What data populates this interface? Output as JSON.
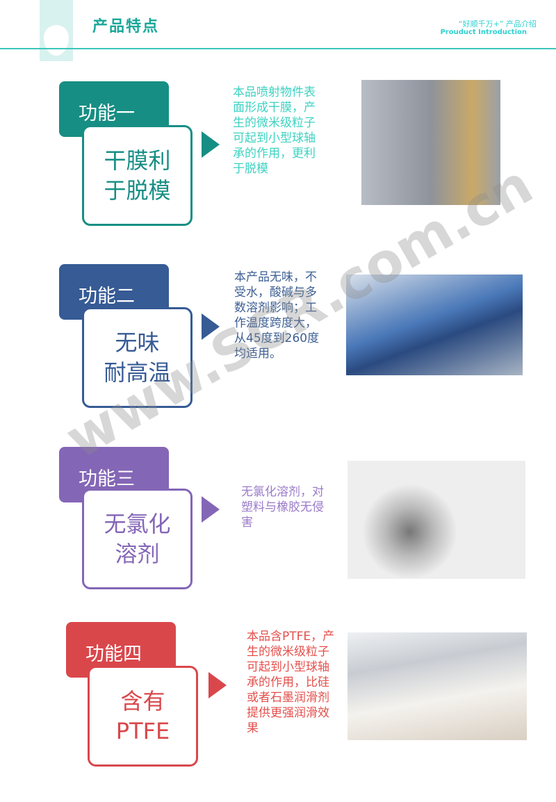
{
  "header": {
    "title": "产品特点",
    "brand": "“好顺千万+” 产品介绍",
    "brand_en": "Prouduct Introduction"
  },
  "features": [
    {
      "tag": "功能一",
      "title1": "干膜利",
      "title2": "于脱模",
      "desc": "本品喷射物件表面形成干膜，产生的微米级粒子可起到小型球轴承的作用，更利于脱模",
      "color": "#178e84",
      "text_color": "#3dd2c2"
    },
    {
      "tag": "功能二",
      "title1": "无味",
      "title2": "耐高温",
      "desc": "本产品无味，不受水，酸碱与多数溶剂影响；工作温度跨度大，从45度到260度均适用。",
      "color": "#365b95",
      "text_color": "#3d5f93"
    },
    {
      "tag": "功能三",
      "title1": "无氯化",
      "title2": "溶剂",
      "desc": "无氯化溶剂，对塑料与橡胶无侵害",
      "color": "#8466b6",
      "text_color": "#9a7bc9"
    },
    {
      "tag": "功能四",
      "title1": "含有",
      "title2": "PTFE",
      "desc": "本品含PTFE，产生的微米级粒子可起到小型球轴承的作用，比硅或者石墨润滑剂提供更强润滑效果",
      "color": "#d9474b",
      "text_color": "#e3504c"
    }
  ],
  "watermark": "www.SCR.com.cn"
}
